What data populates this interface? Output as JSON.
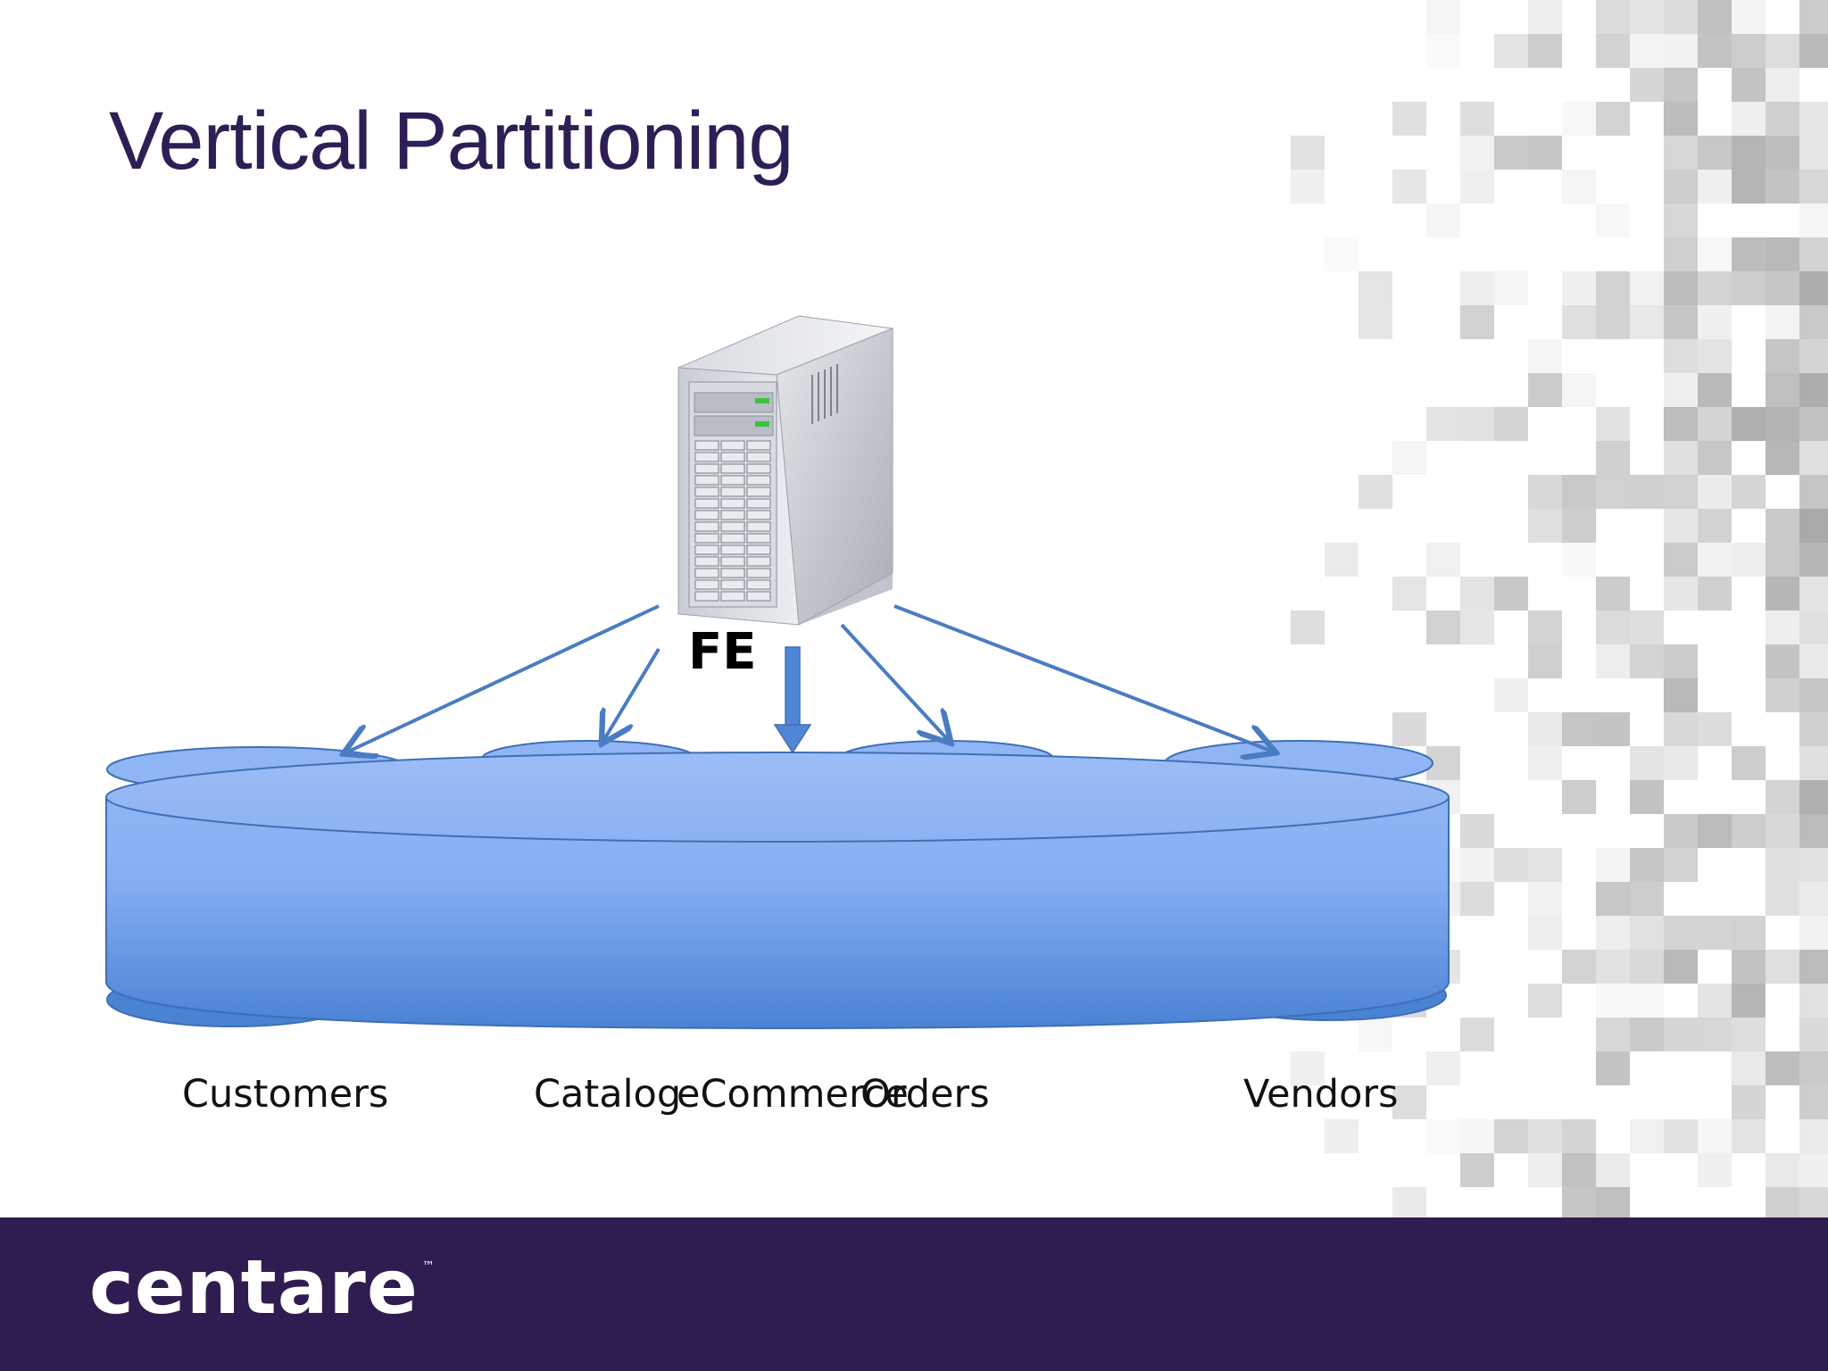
{
  "slide": {
    "title": "Vertical Partitioning",
    "brand": {
      "name": "centare",
      "mark": "™"
    },
    "colors": {
      "title": "#2d1f55",
      "footer": "#2f1d52",
      "database": "#5b8fe0",
      "arrow": "#4a7cc4"
    }
  },
  "diagram": {
    "server": {
      "label": "FE",
      "icon": "server-tower-icon"
    },
    "database_icon": "database-cylinder-icon",
    "partitions": [
      {
        "label": "Customers"
      },
      {
        "label": "Catalog"
      },
      {
        "label": "eCommerce"
      },
      {
        "label": "Orders"
      },
      {
        "label": "Vendors"
      }
    ]
  }
}
